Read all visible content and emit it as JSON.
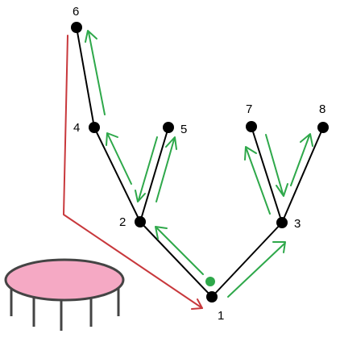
{
  "diagram": {
    "nodes": [
      {
        "id": "1",
        "label": "1"
      },
      {
        "id": "2",
        "label": "2"
      },
      {
        "id": "3",
        "label": "3"
      },
      {
        "id": "4",
        "label": "4"
      },
      {
        "id": "5",
        "label": "5"
      },
      {
        "id": "6",
        "label": "6"
      },
      {
        "id": "7",
        "label": "7"
      },
      {
        "id": "8",
        "label": "8"
      }
    ],
    "edges": [
      {
        "from": "1",
        "to": "2"
      },
      {
        "from": "1",
        "to": "3"
      },
      {
        "from": "2",
        "to": "4"
      },
      {
        "from": "2",
        "to": "5"
      },
      {
        "from": "4",
        "to": "6"
      },
      {
        "from": "3",
        "to": "7"
      },
      {
        "from": "3",
        "to": "8"
      }
    ],
    "colors": {
      "tree_edge": "#000000",
      "node": "#000000",
      "traversal_arrow": "#2ea84a",
      "start_dot": "#2ea84a",
      "jump_arrow": "#c8383c",
      "trampoline_mat": "#f5a9c4",
      "trampoline_frame": "#444444"
    }
  }
}
